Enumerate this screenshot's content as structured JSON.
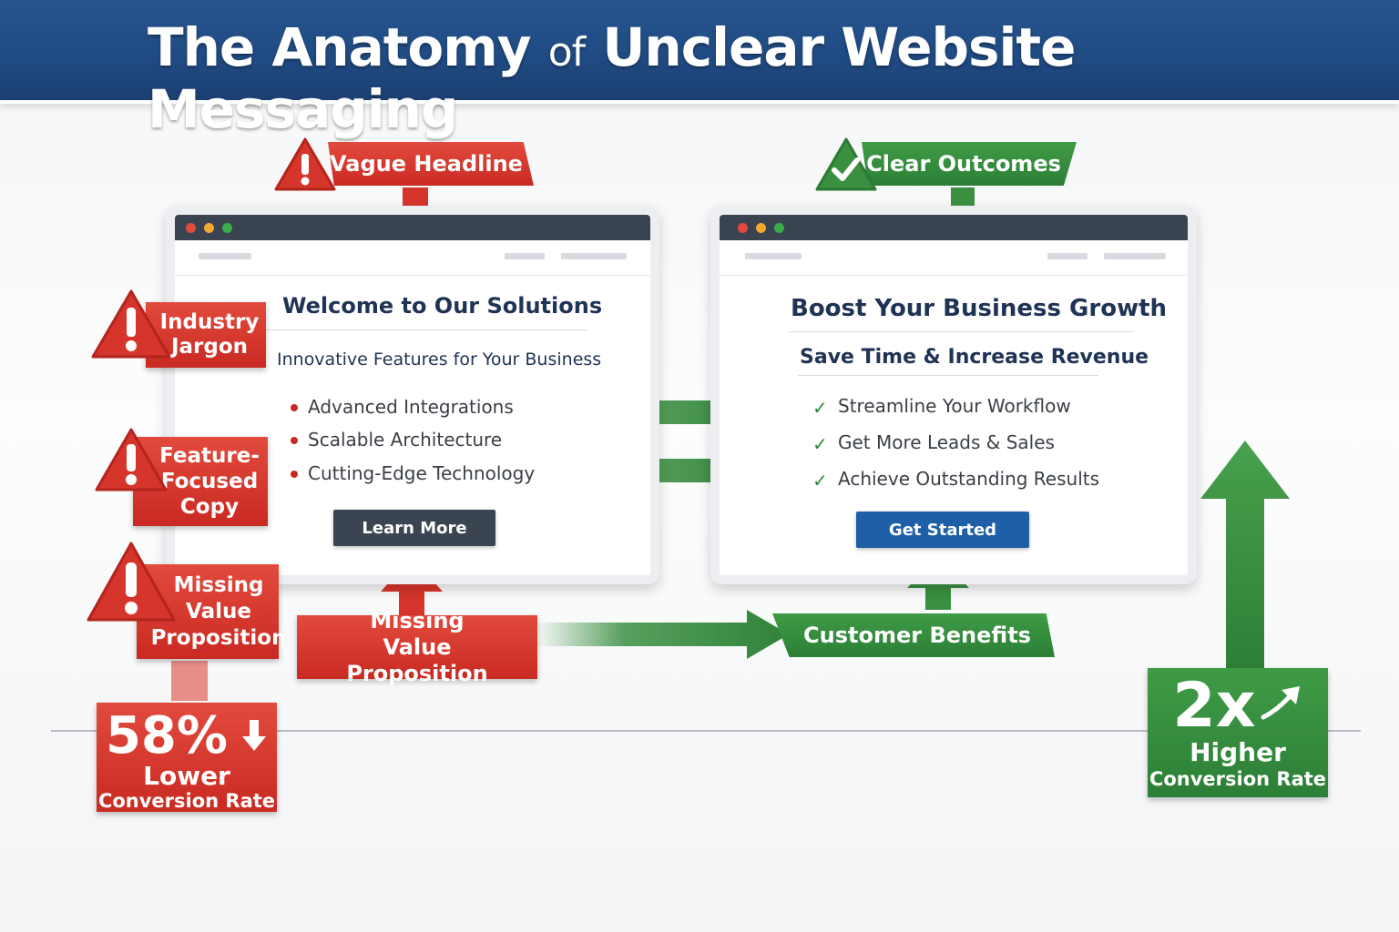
{
  "header": {
    "title_part1": "The Anatomy ",
    "title_of": "of",
    "title_part2": " Unclear Website Messaging"
  },
  "labels": {
    "vague_headline": "Vague Headline",
    "clear_outcomes": "Clear Outcomes",
    "industry_jargon": "Industry Jargon",
    "feature_focused_copy": "Feature-Focused Copy",
    "missing_value_left": "Missing Value Proposition",
    "missing_value_bottom": "Missing Value Proposition",
    "customer_benefits": "Customer Benefits"
  },
  "unclear_page": {
    "title": "Welcome to Our Solutions",
    "subtitle": "Innovative Features for Your Business",
    "items": [
      "Advanced Integrations",
      "Scalable Architecture",
      "Cutting-Edge Technology"
    ],
    "button": "Learn More"
  },
  "clear_page": {
    "title": "Boost Your Business Growth",
    "subtitle": "Save Time & Increase Revenue",
    "items": [
      "Streamline Your Workflow",
      "Get More Leads & Sales",
      "Achieve Outstanding Results"
    ],
    "button": "Get Started"
  },
  "stats": {
    "lower": {
      "value": "58%",
      "line1": "Lower",
      "line2": "Conversion Rate"
    },
    "higher": {
      "value": "2x",
      "line1": "Higher",
      "line2": "Conversion Rate"
    }
  },
  "colors": {
    "header_blue": "#1f4a82",
    "warning_red": "#d6352b",
    "success_green": "#3a8f41",
    "cta_blue": "#1e5fa8",
    "cta_dark": "#3b4552"
  },
  "icons": [
    "warning-triangle-icon",
    "check-triangle-icon",
    "checkmark-icon",
    "down-arrow-icon",
    "up-right-arrow-icon"
  ]
}
